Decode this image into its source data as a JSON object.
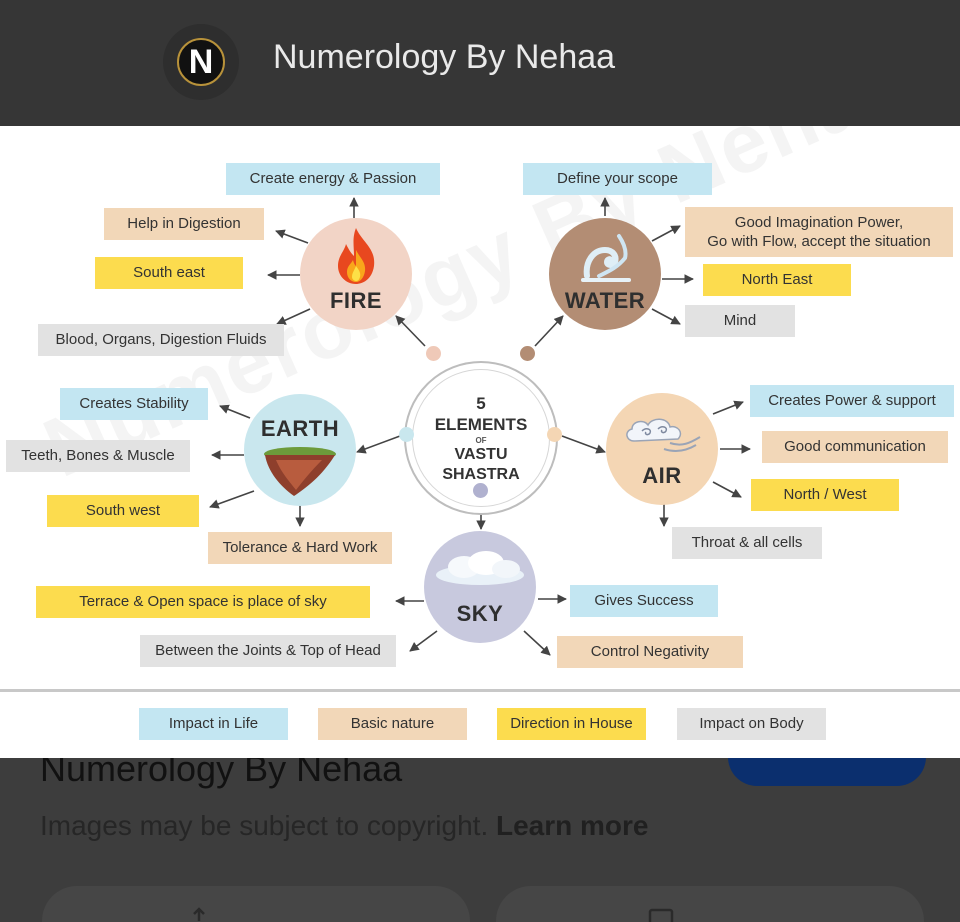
{
  "header": {
    "logo_letter": "N",
    "site_name": "Numerology By Nehaa"
  },
  "infographic": {
    "center": {
      "line1": "5",
      "line2": "ELEMENTS",
      "line3": "OF",
      "line4": "VASTU",
      "line5": "SHASTRA"
    },
    "watermark": "Numerology By Nehaa",
    "elements": {
      "fire": {
        "name": "FIRE",
        "color": "#f2d4c6",
        "labels": [
          "Create energy & Passion",
          "Help in Digestion",
          "South east",
          "Blood, Organs, Digestion Fluids"
        ]
      },
      "water": {
        "name": "WATER",
        "color": "#b38d74",
        "labels": [
          "Define your scope",
          "Good Imagination Power,",
          "Go with Flow, accept the situation",
          "North East",
          "Mind"
        ]
      },
      "earth": {
        "name": "EARTH",
        "color": "#c9e7ee",
        "labels": [
          "Creates Stability",
          "Teeth, Bones & Muscle",
          "South west",
          "Tolerance & Hard Work"
        ]
      },
      "air": {
        "name": "AIR",
        "color": "#f4d6b4",
        "labels": [
          "Creates Power & support",
          "Good communication",
          "North / West",
          "Throat & all cells"
        ]
      },
      "sky": {
        "name": "SKY",
        "color": "#c8c9de",
        "labels": [
          "Terrace & Open space is place of sky",
          "Between the Joints & Top of Head",
          "Gives Success",
          "Control Negativity"
        ]
      }
    },
    "legend": [
      "Impact in Life",
      "Basic nature",
      "Direction in House",
      "Impact on Body"
    ],
    "colors": {
      "impact_life": "#c3e6f2",
      "basic_nature": "#f2d7b8",
      "direction": "#fcdc4e",
      "impact_body": "#e2e2e2"
    }
  },
  "footer": {
    "title": "Numerology By Nehaa",
    "copyright_text": "Images may be subject to copyright.",
    "learn_more": "Learn more"
  }
}
